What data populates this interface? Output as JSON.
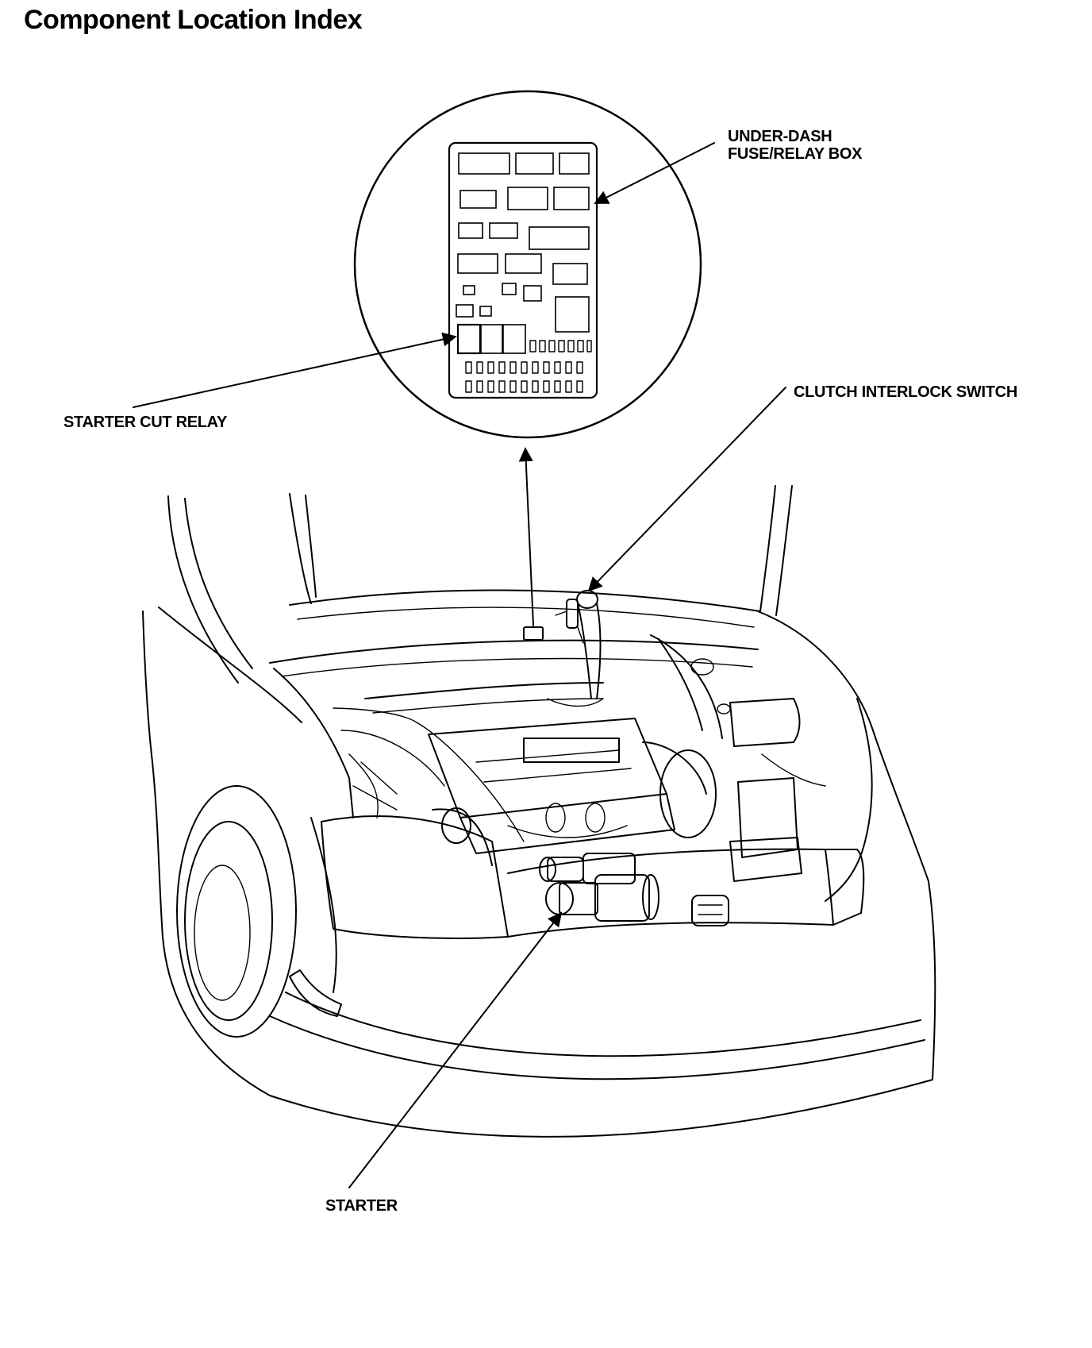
{
  "title": "Component Location Index",
  "labels": {
    "fuse_box": [
      "UNDER-DASH",
      "FUSE/RELAY BOX"
    ],
    "starter_cut_relay": "STARTER CUT RELAY",
    "clutch_switch": "CLUTCH  INTERLOCK SWITCH",
    "starter": "STARTER"
  }
}
